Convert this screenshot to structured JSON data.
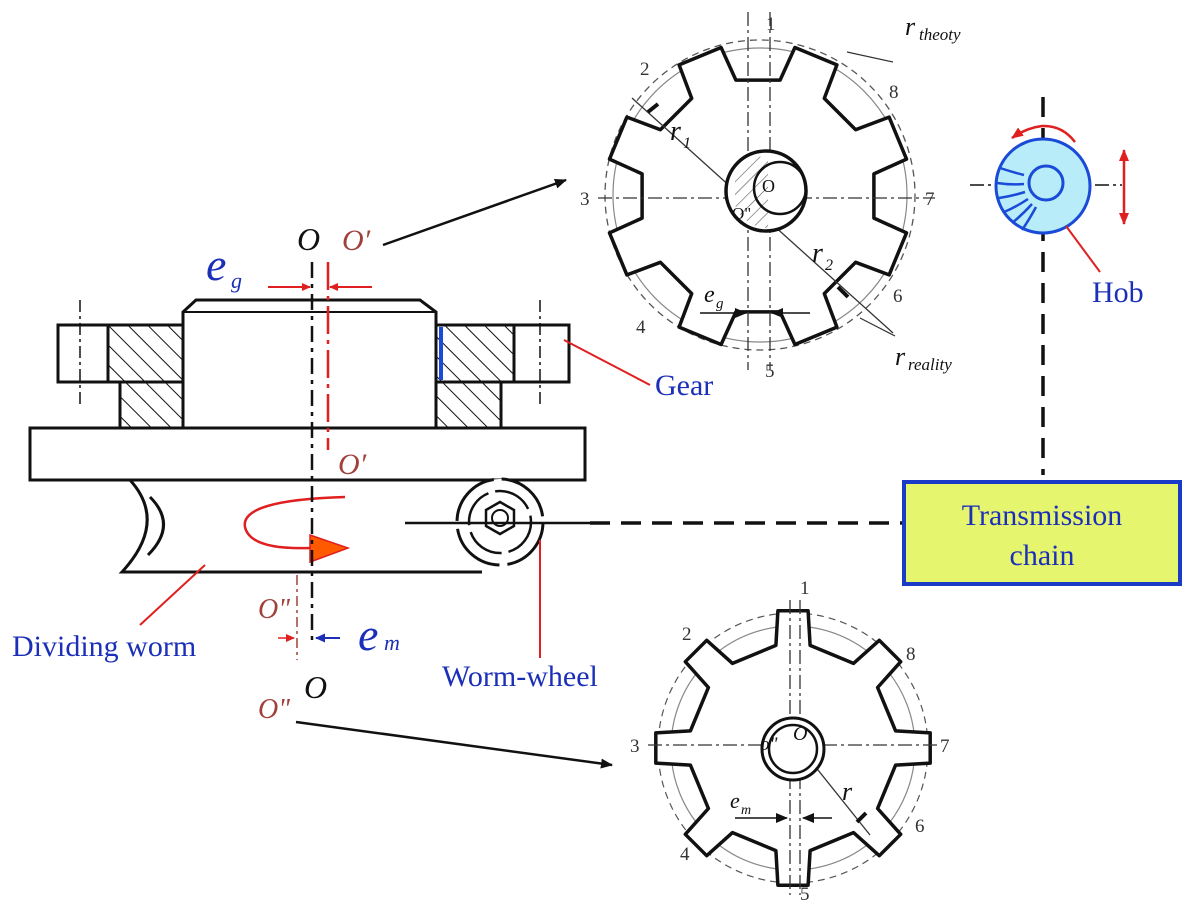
{
  "labels": {
    "O_top": "O",
    "O_prime_top": "O′",
    "O_prime_low": "O′",
    "e_g": "e",
    "e_g_sub": "g",
    "e_m": "e",
    "e_m_sub": "m",
    "O_dp_1": "O\"",
    "O_dp_2": "O\"",
    "O_bottom": "O",
    "gear": "Gear",
    "hob": "Hob",
    "dividing_worm": "Dividing worm",
    "worm_wheel": "Worm-wheel",
    "transmission_chain_1": "Transmission",
    "transmission_chain_2": "chain"
  },
  "gear_top": {
    "r_theory": "r",
    "r_theory_sub": "theoty",
    "r_reality": "r",
    "r_reality_sub": "reality",
    "r1": "r",
    "r1_sub": "1",
    "r2": "r",
    "r2_sub": "2",
    "eg": "e",
    "eg_sub": "g",
    "center_O": "O",
    "center_O2": "O\"",
    "numbers": [
      "1",
      "2",
      "3",
      "4",
      "5",
      "6",
      "7",
      "8"
    ]
  },
  "gear_bottom": {
    "r": "r",
    "em": "e",
    "em_sub": "m",
    "center_O": "O",
    "center_O2": "o\"",
    "numbers": [
      "1",
      "2",
      "3",
      "4",
      "5",
      "6",
      "7",
      "8"
    ]
  },
  "colors": {
    "blue_label": "#1b2fb8",
    "brown_label": "#a0403a",
    "red_line": "#e02020",
    "orange_arrow": "#ff5a00",
    "hob_fill": "#b8ecf8",
    "hob_stroke": "#1a4ad8",
    "chain_fill": "#e6f56e",
    "chain_stroke": "#1a3ac8"
  }
}
